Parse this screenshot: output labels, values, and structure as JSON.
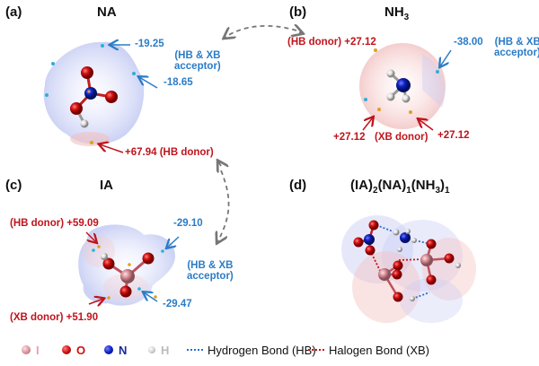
{
  "panels": {
    "a": {
      "label": "(a)",
      "title": "NA",
      "values": {
        "top": "-19.25",
        "right": "-18.65",
        "donor": "+67.94"
      },
      "acceptor_line1": "(HB & XB",
      "acceptor_line2": "acceptor)",
      "donor_text": "(HB donor)"
    },
    "b": {
      "label": "(b)",
      "title_main": "NH",
      "title_sub": "3",
      "hb_donor_text": "(HB donor)",
      "hb_donor_value": "+27.12",
      "acceptor_value": "-38.00",
      "acceptor_line1": "(HB & XB",
      "acceptor_line2": "acceptor)",
      "xb_left_value": "+27.12",
      "xb_donor_text": "(XB donor)",
      "xb_right_value": "+27.12"
    },
    "c": {
      "label": "(c)",
      "title": "IA",
      "hb_donor_text": "(HB donor)",
      "hb_donor_value": "+59.09",
      "acceptor_top_value": "-29.10",
      "acceptor_line1": "(HB & XB",
      "acceptor_line2": "acceptor)",
      "acceptor_bottom_value": "-29.47",
      "xb_donor_text": "(XB donor)",
      "xb_donor_value": "+51.90"
    },
    "d": {
      "label": "(d)",
      "title_parts": [
        "(IA)",
        "2",
        "(NA)",
        "1",
        "(NH",
        "3",
        ")",
        "1"
      ]
    }
  },
  "legend": {
    "atoms": [
      {
        "symbol": "I",
        "color": "#e8a0a8"
      },
      {
        "symbol": "O",
        "color": "#cc1010"
      },
      {
        "symbol": "N",
        "color": "#1a2a9a"
      },
      {
        "symbol": "H",
        "color": "#bbbbbb"
      }
    ],
    "bonds": [
      {
        "label": "Hydrogen Bond (HB)",
        "color": "#2a6fd0"
      },
      {
        "label": "Halogen Bond (XB)",
        "color": "#cc1010"
      }
    ]
  },
  "colors": {
    "donor": "#c0141c",
    "acceptor": "#2a7cc7",
    "arrow_dash": "#777777"
  }
}
